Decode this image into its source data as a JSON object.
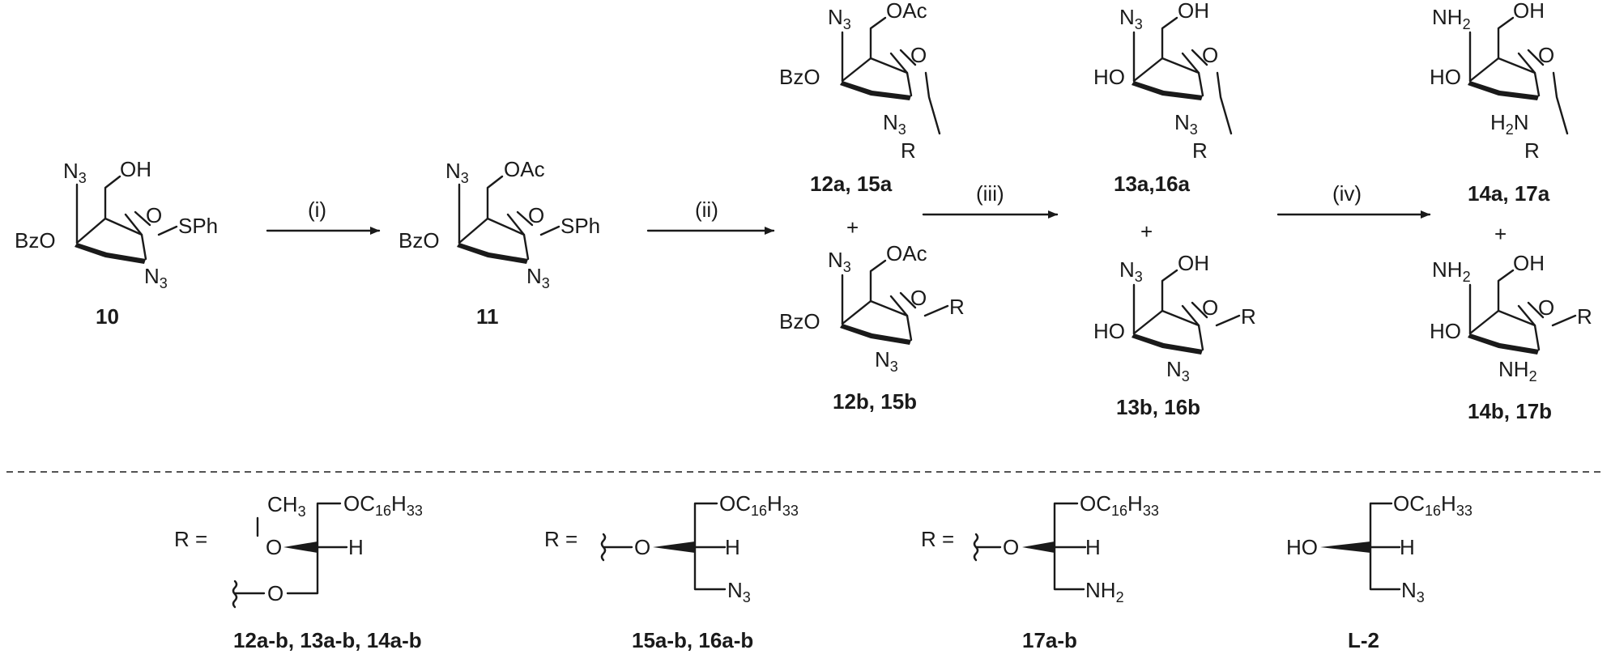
{
  "groups": {
    "n3": "N",
    "n3_sub": "3",
    "oh": "OH",
    "oac": "OAc",
    "bzo": "BzO",
    "ho": "HO",
    "o": "O",
    "sph": "SPh",
    "r": "R",
    "nh2": "NH",
    "nh2_sub": "2",
    "h2n": "H",
    "h2n_sub": "2",
    "h2n_tail": "N",
    "h": "H",
    "ch3": "CH",
    "ch3_sub": "3",
    "oc16": "OC",
    "oc16_sub1": "16",
    "oc16_h": "H",
    "oc16_sub2": "33",
    "r_eq": "R =",
    "plus": "+"
  },
  "compounds": {
    "c10": "10",
    "c11": "11",
    "c12a": "12a, 15a",
    "c12b": "12b, 15b",
    "c13a": "13a,16a",
    "c13b": "13b, 16b",
    "c14a": "14a, 17a",
    "c14b": "14b, 17b"
  },
  "conditions": [
    "(i)",
    "(ii)",
    "(iii)",
    "(iv)"
  ],
  "r_groups": {
    "g1": "12a-b, 13a-b, 14a-b",
    "g2": "15a-b, 16a-b",
    "g3": "17a-b",
    "g4": "L-2"
  }
}
